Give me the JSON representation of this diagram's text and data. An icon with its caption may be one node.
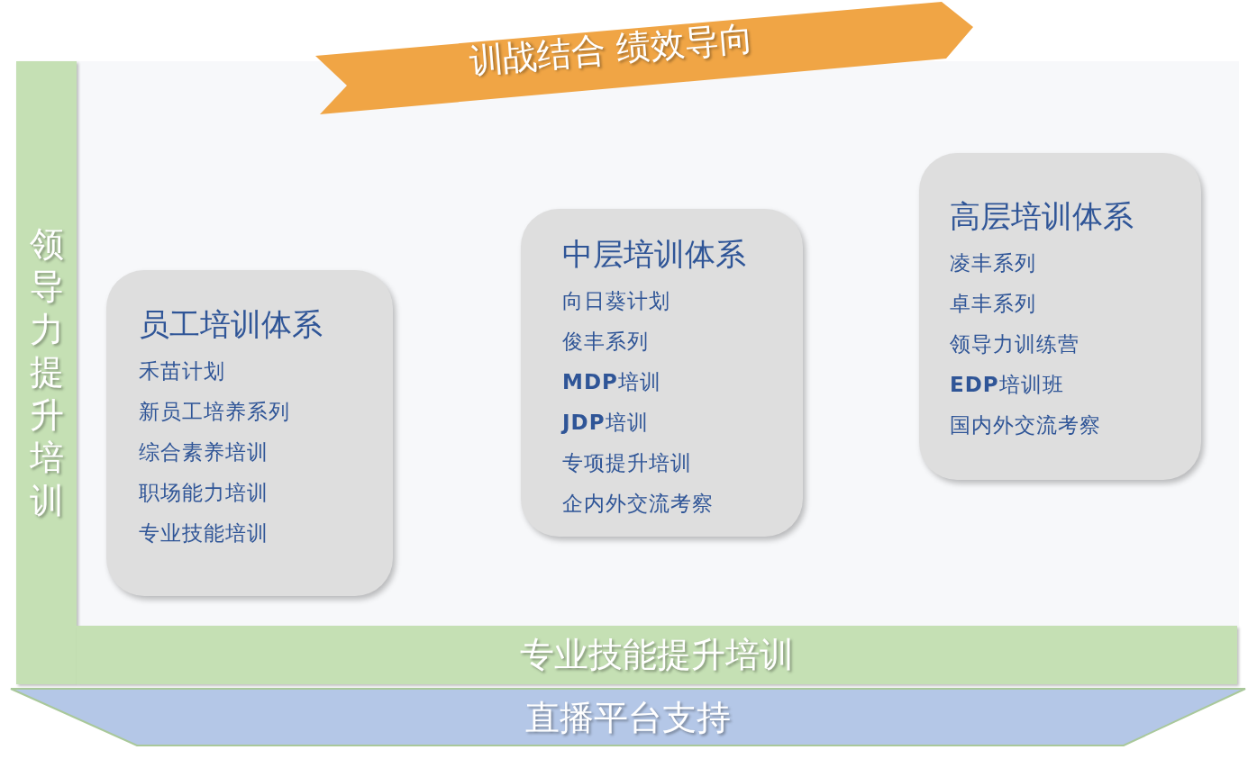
{
  "diagram": {
    "nodes": [
      {
        "text": [
          "训战结合 绩效导向"
        ]
      },
      {
        "text": [
          "领导力提升培训"
        ]
      },
      {
        "text": [
          "员工培训体系",
          "禾苗计划",
          "新员工培养系列",
          "综合素养培训",
          "职场能力培训",
          "专业技能培训"
        ]
      },
      {
        "text": [
          "中层培训体系",
          "向日葵计划",
          "俊丰系列",
          "**MDP**培训",
          "**JDP**培训",
          "专项提升培训",
          "企内外交流考察"
        ]
      },
      {
        "text": [
          "高层培训体系",
          "凌丰系列",
          "卓丰系列",
          "领导力训练营",
          "**EDP**培训班",
          "国内外交流考察"
        ]
      },
      {
        "text": [
          "专业技能提升培训"
        ]
      },
      {
        "text": [
          "直播平台支持"
        ]
      }
    ],
    "edges": []
  }
}
